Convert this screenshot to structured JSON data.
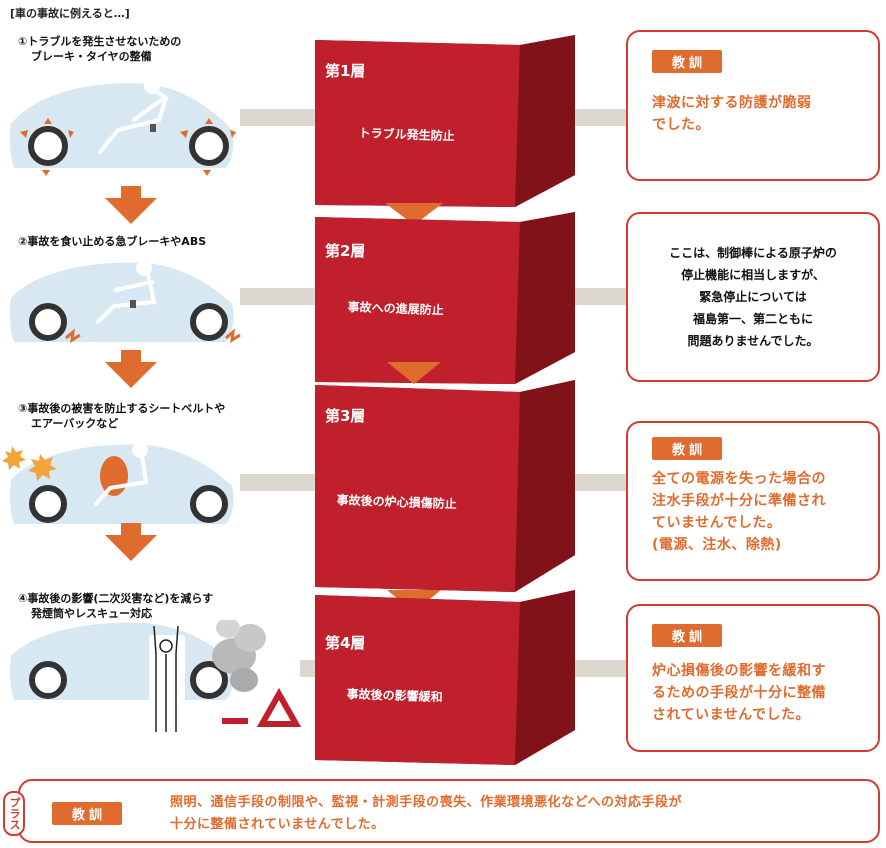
{
  "header": {
    "title": "[車の事故に例えると…]"
  },
  "steps": [
    {
      "line1": "①トラブルを発生させないための",
      "line2": "ブレーキ・タイヤの整備"
    },
    {
      "line1": "②事故を食い止める急ブレーキやABS"
    },
    {
      "line1": "③事故後の被害を防止するシートベルトや",
      "line2": "エアーバックなど"
    },
    {
      "line1": "④事故後の影響(二次災害など)を減らす",
      "line2": "発煙筒やレスキュー対応"
    }
  ],
  "layers": [
    {
      "name": "第1層",
      "label": "トラブル発生防止"
    },
    {
      "name": "第2層",
      "label": "事故への進展防止"
    },
    {
      "name": "第3層",
      "label": "事故後の炉心損傷防止"
    },
    {
      "name": "第4層",
      "label": "事故後の影響緩和"
    }
  ],
  "lessons": [
    {
      "tag": "教訓",
      "lines": [
        "津波に対する防護が脆弱",
        "でした。"
      ]
    },
    {
      "lines": [
        "ここは、制御棒による原子炉の",
        "停止機能に相当しますが、",
        "緊急停止については",
        "福島第一、第二ともに",
        "問題ありませんでした。"
      ]
    },
    {
      "tag": "教訓",
      "lines": [
        "全ての電源を失った場合の",
        "注水手段が十分に準備され",
        "ていませんでした。",
        "(電源、注水、除熱)"
      ]
    },
    {
      "tag": "教訓",
      "lines": [
        "炉心損傷後の影響を緩和す",
        "るための手段が十分に整備",
        "されていませんでした。"
      ]
    }
  ],
  "plus": {
    "tag": "プラス",
    "lesson_tag": "教訓",
    "line1": "照明、通信手段の制限や、監視・計測手段の喪失、作業環境悪化などへの対応手段が",
    "line2": "十分に整備されていませんでした。"
  },
  "colors": {
    "accent": "#e06b2e",
    "box_red": "#c0202c",
    "box_dark": "#7f141c",
    "connector": "#ddd8cf",
    "car_body": "#d7e8f2"
  }
}
